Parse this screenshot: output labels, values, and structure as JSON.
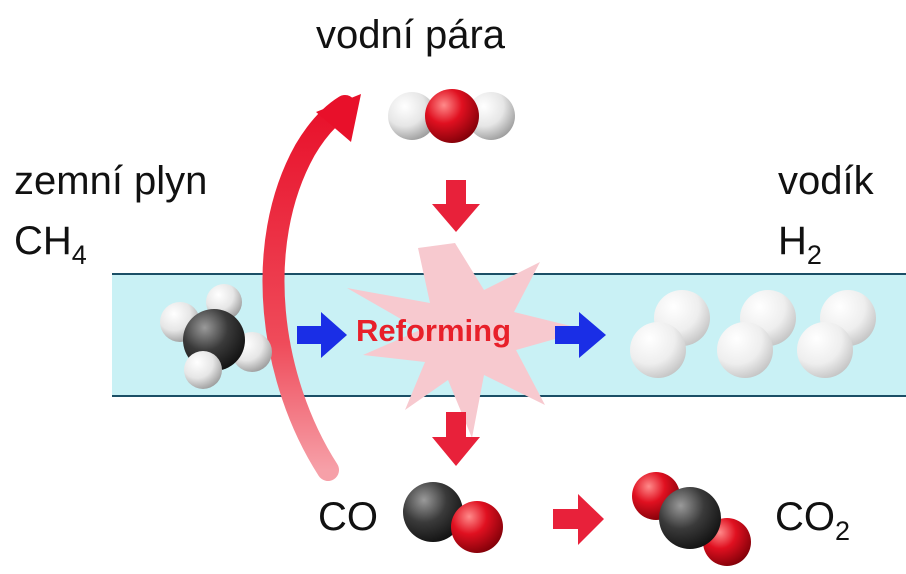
{
  "labels": {
    "steam": "vodní pára",
    "natural_gas": "zemní plyn",
    "methane_formula": "CH",
    "methane_sub": "4",
    "hydrogen": "vodík",
    "hydrogen_formula": "H",
    "hydrogen_sub": "2",
    "co": "CO",
    "co2_formula": "CO",
    "co2_sub": "2",
    "process": "Reforming"
  },
  "colors": {
    "pipe_fill": "#c9f1f5",
    "pipe_border": "#1b4f66",
    "arrow_red": "#e8213a",
    "arrow_blue": "#1a2ee6",
    "burst": "#f7c9cf",
    "oxygen": "#d8101c",
    "carbon": "#3a3a3a",
    "hydrogen_atom": "#e2e2e2"
  }
}
